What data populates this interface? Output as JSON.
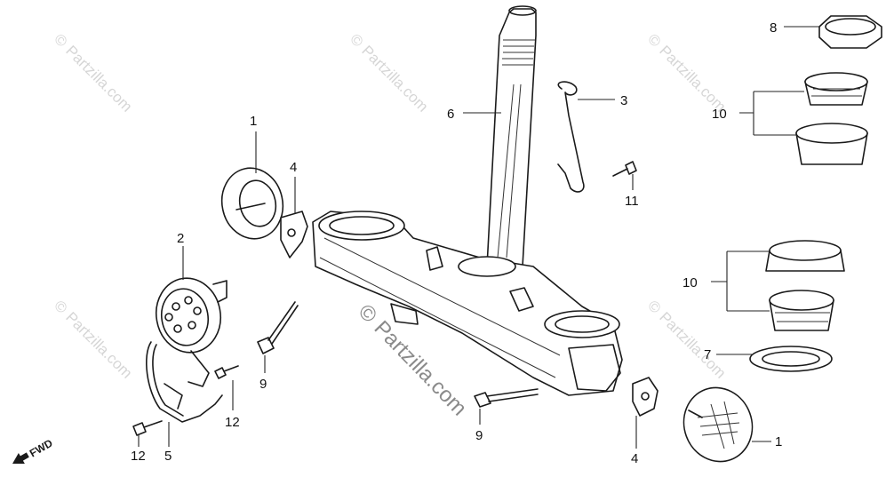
{
  "watermark": {
    "site": "Partzilla.com",
    "copyright_symbol": "©"
  },
  "callouts": {
    "c1_top": "1",
    "c2": "2",
    "c3": "3",
    "c4_top": "4",
    "c5": "5",
    "c6": "6",
    "c7": "7",
    "c8": "8",
    "c9_mid": "9",
    "c9_bottom": "9",
    "c10_top": "10",
    "c10_bottom": "10",
    "c11": "11",
    "c12_right": "12",
    "c12_left": "12",
    "c4_bottom": "4",
    "c1_bottom": "1"
  },
  "direction": {
    "label": "FWD"
  },
  "colors": {
    "ink": "#1a1a1a",
    "watermark": "#d6d6d6",
    "watermark_center": "#8a8a8a"
  }
}
